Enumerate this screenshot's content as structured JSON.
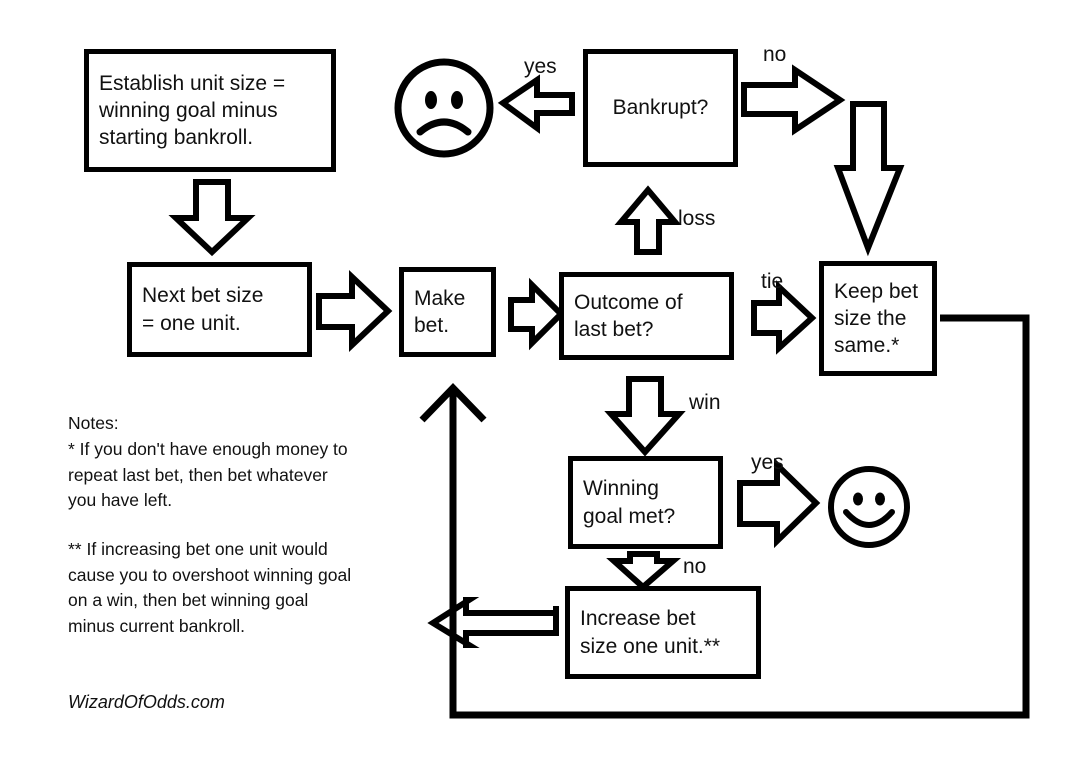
{
  "title": "Gambling bankroll strategy flowchart",
  "brand": "WizardOfOdds.com",
  "colors": {
    "stroke": "#000000",
    "fill": "#ffffff",
    "text": "#111111"
  },
  "nodes": [
    {
      "id": "establish-unit-size",
      "text": "Establish unit size =\nwinning goal minus\nstarting bankroll."
    },
    {
      "id": "bankrupt",
      "text": "Bankrupt?"
    },
    {
      "id": "next-bet-size",
      "text": "Next bet size\n= one unit."
    },
    {
      "id": "make-bet",
      "text": "Make\nbet."
    },
    {
      "id": "outcome-of-last-bet",
      "text": "Outcome of\nlast bet?"
    },
    {
      "id": "keep-bet-size",
      "text": "Keep bet\nsize the\nsame.*"
    },
    {
      "id": "winning-goal-met",
      "text": "Winning\ngoal met?"
    },
    {
      "id": "increase-bet-size",
      "text": "Increase bet\nsize one unit.**"
    }
  ],
  "edge_labels": [
    {
      "id": "yes-bankrupt",
      "text": "yes"
    },
    {
      "id": "no-bankrupt",
      "text": "no"
    },
    {
      "id": "loss",
      "text": "loss"
    },
    {
      "id": "tie",
      "text": "tie"
    },
    {
      "id": "win",
      "text": "win"
    },
    {
      "id": "yes-goal",
      "text": "yes"
    },
    {
      "id": "no-goal",
      "text": "no"
    }
  ],
  "faces": [
    {
      "id": "sad-face",
      "mood": "sad"
    },
    {
      "id": "happy-face",
      "mood": "happy"
    }
  ],
  "notes": {
    "heading": "Notes:",
    "note1": "*  If you don't have enough money to\nrepeat last bet, then bet whatever\nyou have left.",
    "note2": "**  If increasing bet one unit would\ncause you to overshoot winning goal\non a win, then bet winning goal\nminus current bankroll."
  }
}
